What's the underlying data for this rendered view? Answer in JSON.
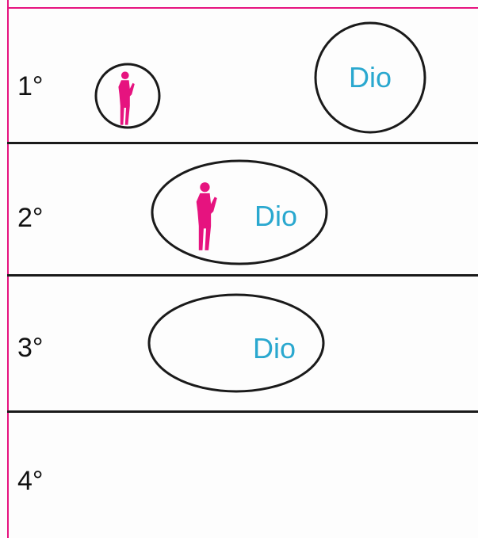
{
  "colors": {
    "accent": "#e6137f",
    "text_blue": "#2aa8cf",
    "line": "#1a1a1a"
  },
  "rows": [
    {
      "label": "1°",
      "entities": [
        "person-icon",
        "Dio"
      ]
    },
    {
      "label": "2°",
      "entities": [
        "person-icon",
        "Dio"
      ]
    },
    {
      "label": "3°",
      "entities": [
        "Dio"
      ]
    },
    {
      "label": "4°",
      "entities": []
    }
  ],
  "dio_text": "Dio"
}
